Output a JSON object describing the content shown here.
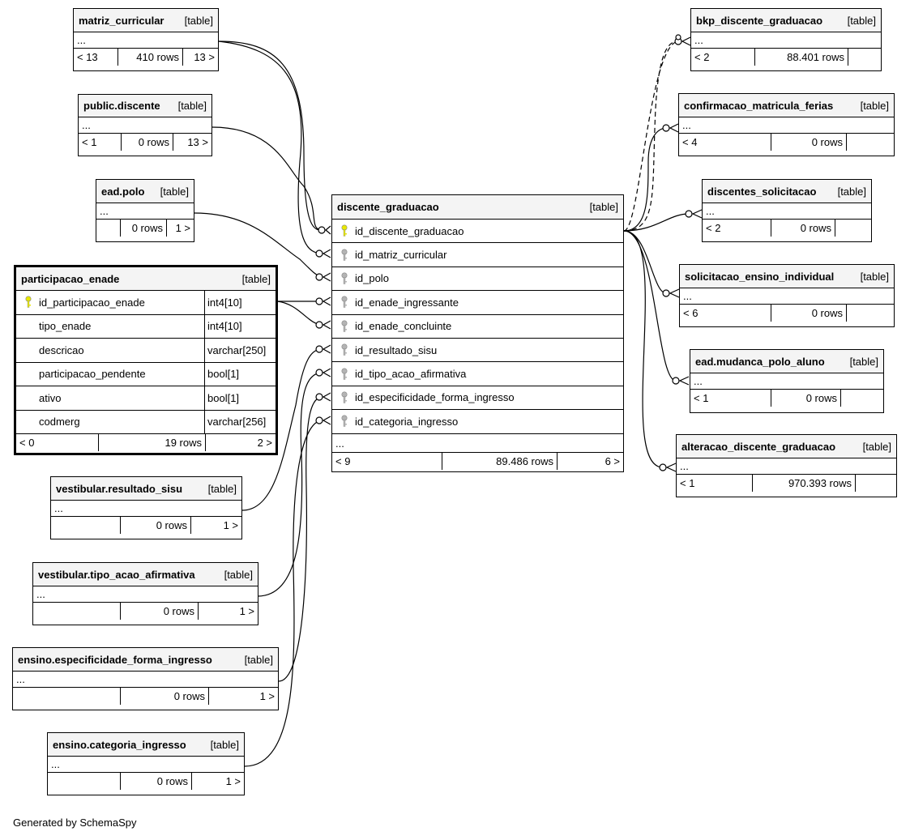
{
  "type_label": "[table]",
  "placeholder": "...",
  "footer": "Generated by SchemaSpy",
  "colors": {
    "primary_key": "#e8e800",
    "foreign_key": "#b4b4b4",
    "header_bg": "#f4f4f4"
  },
  "tables": {
    "matriz_curricular": {
      "name": "matriz_curricular",
      "parents": "< 13",
      "rows": "410 rows",
      "children": "13 >"
    },
    "public_discente": {
      "name": "public.discente",
      "parents": "< 1",
      "rows": "0 rows",
      "children": "13 >"
    },
    "ead_polo": {
      "name": "ead.polo",
      "parents": "",
      "rows": "0 rows",
      "children": "1 >"
    },
    "participacao_enade": {
      "name": "participacao_enade",
      "columns": [
        {
          "name": "id_participacao_enade",
          "type": "int4[10]",
          "key": "pk"
        },
        {
          "name": "tipo_enade",
          "type": "int4[10]",
          "key": ""
        },
        {
          "name": "descricao",
          "type": "varchar[250]",
          "key": ""
        },
        {
          "name": "participacao_pendente",
          "type": "bool[1]",
          "key": ""
        },
        {
          "name": "ativo",
          "type": "bool[1]",
          "key": ""
        },
        {
          "name": "codmerg",
          "type": "varchar[256]",
          "key": ""
        }
      ],
      "parents": "< 0",
      "rows": "19 rows",
      "children": "2 >"
    },
    "vestibular_resultado_sisu": {
      "name": "vestibular.resultado_sisu",
      "parents": "",
      "rows": "0 rows",
      "children": "1 >"
    },
    "vestibular_tipo_acao_afirmativa": {
      "name": "vestibular.tipo_acao_afirmativa",
      "parents": "",
      "rows": "0 rows",
      "children": "1 >"
    },
    "ensino_especificidade_forma_ingresso": {
      "name": "ensino.especificidade_forma_ingresso",
      "parents": "",
      "rows": "0 rows",
      "children": "1 >"
    },
    "ensino_categoria_ingresso": {
      "name": "ensino.categoria_ingresso",
      "parents": "",
      "rows": "0 rows",
      "children": "1 >"
    },
    "discente_graduacao": {
      "name": "discente_graduacao",
      "columns": [
        {
          "name": "id_discente_graduacao",
          "key": "pk"
        },
        {
          "name": "id_matriz_curricular",
          "key": "fk"
        },
        {
          "name": "id_polo",
          "key": "fk"
        },
        {
          "name": "id_enade_ingressante",
          "key": "fk"
        },
        {
          "name": "id_enade_concluinte",
          "key": "fk"
        },
        {
          "name": "id_resultado_sisu",
          "key": "fk"
        },
        {
          "name": "id_tipo_acao_afirmativa",
          "key": "fk"
        },
        {
          "name": "id_especificidade_forma_ingresso",
          "key": "fk"
        },
        {
          "name": "id_categoria_ingresso",
          "key": "fk"
        }
      ],
      "parents": "< 9",
      "rows": "89.486 rows",
      "children": "6 >"
    },
    "bkp_discente_graduacao": {
      "name": "bkp_discente_graduacao",
      "parents": "< 2",
      "rows": "88.401 rows",
      "children": ""
    },
    "confirmacao_matricula_ferias": {
      "name": "confirmacao_matricula_ferias",
      "parents": "< 4",
      "rows": "0 rows",
      "children": ""
    },
    "discentes_solicitacao": {
      "name": "discentes_solicitacao",
      "parents": "< 2",
      "rows": "0 rows",
      "children": ""
    },
    "solicitacao_ensino_individual": {
      "name": "solicitacao_ensino_individual",
      "parents": "< 6",
      "rows": "0 rows",
      "children": ""
    },
    "ead_mudanca_polo_aluno": {
      "name": "ead.mudanca_polo_aluno",
      "parents": "< 1",
      "rows": "0 rows",
      "children": ""
    },
    "alteracao_discente_graduacao": {
      "name": "alteracao_discente_graduacao",
      "parents": "< 1",
      "rows": "970.393 rows",
      "children": ""
    }
  }
}
